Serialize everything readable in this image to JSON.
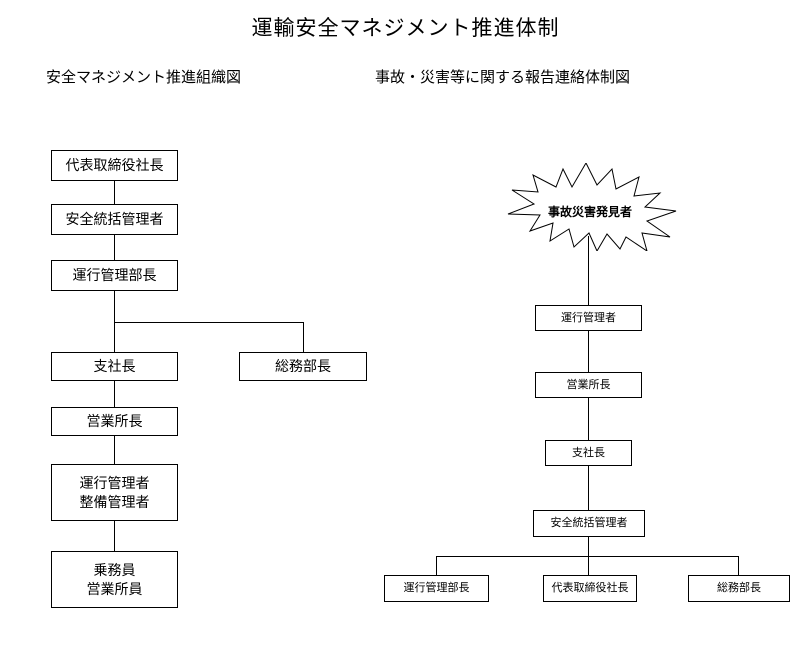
{
  "page": {
    "title": "運輸安全マネジメント推進体制",
    "background_color": "#ffffff",
    "line_color": "#000000",
    "text_color": "#000000"
  },
  "left_chart": {
    "subtitle": "安全マネジメント推進組織図",
    "type": "org-chart",
    "nodes": [
      {
        "id": "l1",
        "lines": [
          "代表取締役社長"
        ]
      },
      {
        "id": "l2",
        "lines": [
          "安全統括管理者"
        ]
      },
      {
        "id": "l3",
        "lines": [
          "運行管理部長"
        ]
      },
      {
        "id": "l4",
        "lines": [
          "支社長"
        ]
      },
      {
        "id": "l5",
        "lines": [
          "総務部長"
        ]
      },
      {
        "id": "l6",
        "lines": [
          "営業所長"
        ]
      },
      {
        "id": "l7",
        "lines": [
          "運行管理者",
          "整備管理者"
        ]
      },
      {
        "id": "l8",
        "lines": [
          "乗務員",
          "営業所員"
        ]
      }
    ]
  },
  "right_chart": {
    "subtitle": "事故・災害等に関する報告連絡体制図",
    "type": "flow-chart",
    "burst": {
      "label": "事故災害発見者",
      "shape": "explosion"
    },
    "nodes": [
      {
        "id": "r1",
        "lines": [
          "運行管理者"
        ]
      },
      {
        "id": "r2",
        "lines": [
          "営業所長"
        ]
      },
      {
        "id": "r3",
        "lines": [
          "支社長"
        ]
      },
      {
        "id": "r4",
        "lines": [
          "安全統括管理者"
        ]
      },
      {
        "id": "r5",
        "lines": [
          "運行管理部長"
        ]
      },
      {
        "id": "r6",
        "lines": [
          "代表取締役社長"
        ]
      },
      {
        "id": "r7",
        "lines": [
          "総務部長"
        ]
      }
    ]
  }
}
